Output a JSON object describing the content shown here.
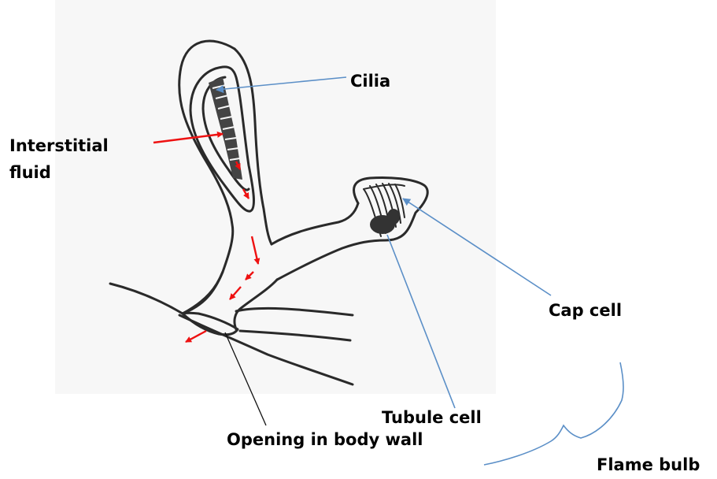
{
  "labels": {
    "cilia": "Cilia",
    "interstitial_line1": "Interstitial",
    "interstitial_line2": "fluid",
    "cap_cell": "Cap cell",
    "tubule_cell": "Tubule cell",
    "opening": "Opening in body wall",
    "flame_bulb": "Flame bulb"
  },
  "colors": {
    "background_panel": "#f7f7f7",
    "outline": "#2a2a2a",
    "pointer_blue": "#5b8fc7",
    "flow_arrow_red": "#ee1111",
    "label_text": "#000000"
  }
}
